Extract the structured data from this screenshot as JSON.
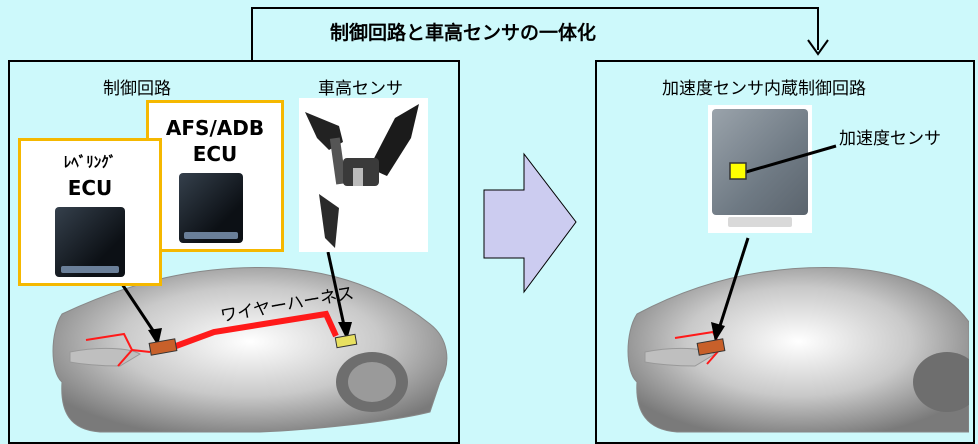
{
  "title": "制御回路と車高センサの一体化",
  "left_panel": {
    "control_label": "制御回路",
    "sensor_label": "車高センサ",
    "ecu_afs_line1": "AFS/ADB",
    "ecu_afs_line2": "ECU",
    "ecu_leveling_line1": "ﾚﾍﾞﾘﾝｸﾞ",
    "ecu_leveling_line2": "ECU",
    "harness_label": "ワイヤーハーネス"
  },
  "right_panel": {
    "title": "加速度センサ内蔵制御回路",
    "accel_label": "加速度センサ"
  },
  "colors": {
    "background": "#cdf9fb",
    "ecu_border": "#f5b800",
    "harness": "#ff1a1a",
    "arrow_fill": "#ccccf0",
    "sensor_square": "#ffff00"
  }
}
